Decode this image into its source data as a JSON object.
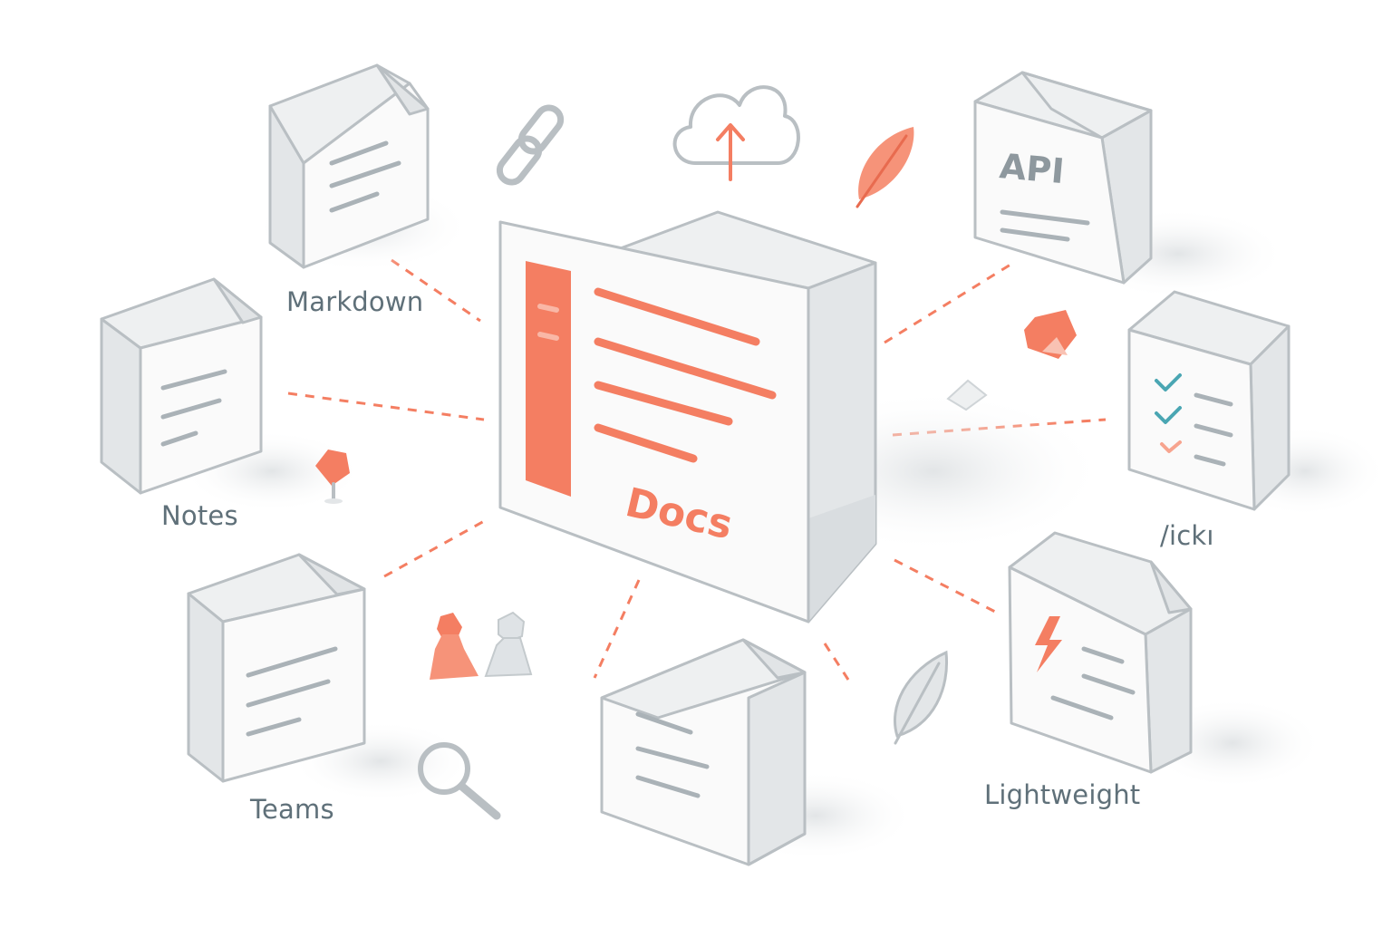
{
  "center": {
    "label": "Docs"
  },
  "cards": {
    "api": {
      "label": "API"
    }
  },
  "labels": {
    "markdown": "Markdown",
    "notes": "Notes",
    "teams": "Teams",
    "quick": "/ickı",
    "lightweight": "Lightweight"
  },
  "colors": {
    "accent": "#f47e62",
    "outline": "#b9bfc3",
    "face": "#f8f8f8",
    "side": "#e3e6e8",
    "text": "#5f7079",
    "check": "#4aa6b3"
  },
  "icons": [
    "link-icon",
    "cloud-upload-icon",
    "leaf-icon",
    "search-icon",
    "lightning-icon",
    "pin-icon",
    "gem-icon",
    "pawn-icon",
    "check-icon"
  ]
}
